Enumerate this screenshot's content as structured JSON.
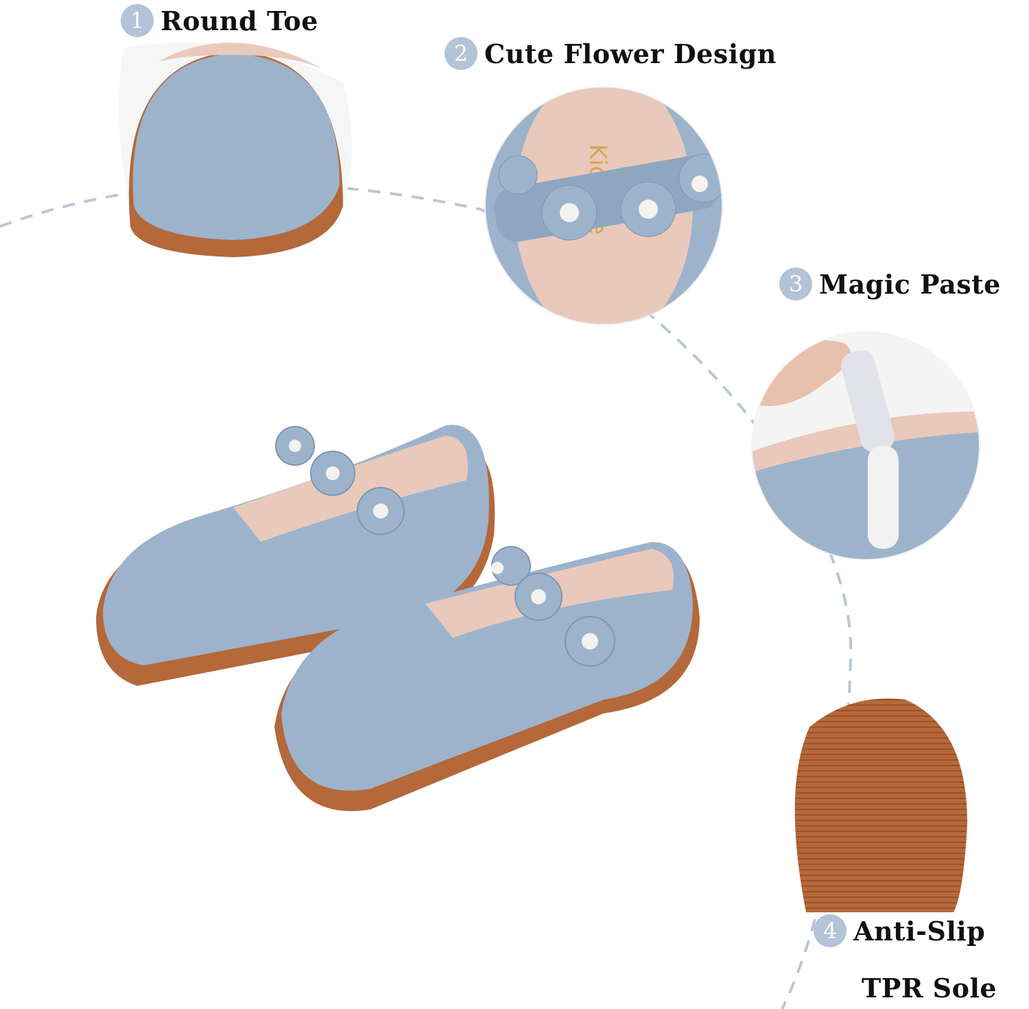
{
  "features": [
    {
      "number": "1",
      "title": "Round Toe"
    },
    {
      "number": "2",
      "title": "Cute Flower Design"
    },
    {
      "number": "3",
      "title": "Magic Paste"
    },
    {
      "number": "4",
      "title": "Anti-Slip",
      "subtitle": "TPR Sole"
    }
  ],
  "brand_text": "Kidsnce",
  "colors": {
    "shoe": "#9db3cc",
    "sole": "#b5683a",
    "badge": "#b3c3d8",
    "dash": "#b9c6d8",
    "lining": "#e9c9bb"
  }
}
